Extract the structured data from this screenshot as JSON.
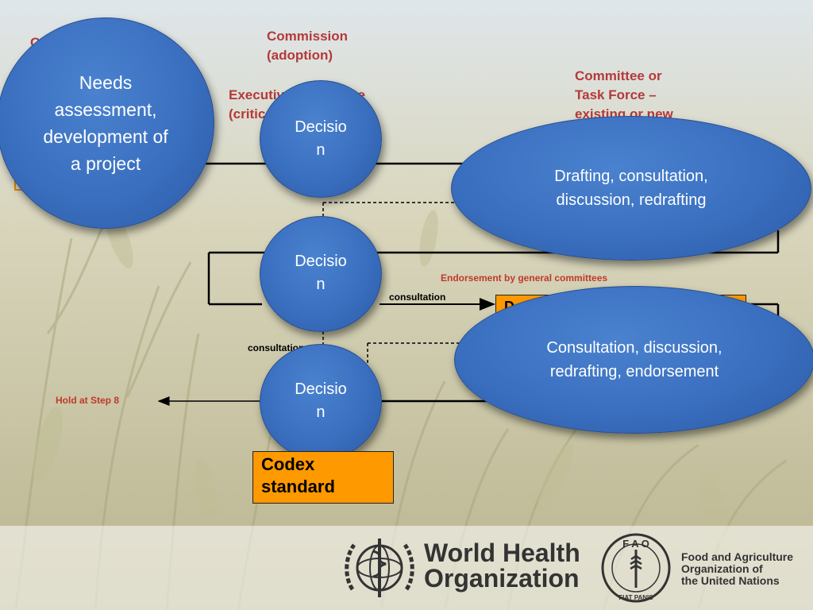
{
  "labels": {
    "commission": "Commission\n(adoption)",
    "executive_committee": "Executive Committee\n(critical review)",
    "committee_task_force": "Committee or\nTask Force –\nexisting or new",
    "endorsement": "Endorsement by general committees",
    "consultation_mid": "consultation",
    "consultation_low": "consultation",
    "hold_step8": "Hold at Step 8",
    "corner_fragment": "C"
  },
  "ellipses": {
    "needs": "Needs assessment, development of a project",
    "drafting": "Drafting, consultation, discussion, redrafting",
    "consultation": "Consultation, discussion, redrafting, endorsement",
    "decision_1": "Decisio\nn",
    "decision_2": "Decisio\nn",
    "decision_3": "Decisio\nn"
  },
  "boxes": {
    "codex_standard": "Codex\nstandard",
    "draft_fragment": "D"
  },
  "logos": {
    "who_line1": "World Health",
    "who_line2": "Organization",
    "fao_line1": "Food and Agriculture",
    "fao_line2": "Organization of",
    "fao_line3": "the United Nations",
    "fao_emblem_letters": "F A O",
    "fao_motto": "FIAT PANIS",
    "who_emblem": "who-emblem-icon",
    "fao_emblem": "fao-emblem-icon"
  },
  "colors": {
    "ellipse_blue": "#3a6fbf",
    "label_red": "#b5393a",
    "box_orange": "#ff9900"
  }
}
